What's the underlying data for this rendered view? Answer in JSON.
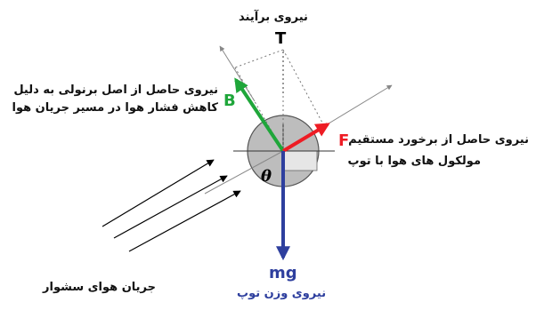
{
  "forces": {
    "lift": {
      "caption": "نیروی برآیند",
      "symbol": "T",
      "color": "#000000"
    },
    "bernoulli": {
      "symbol": "B",
      "caption_line1": "نیروی حاصل از اصل برنولی به دلیل",
      "caption_line2": "کاهش فشار هوا در مسیر جریان هوا",
      "color": "#1fa63a"
    },
    "impact": {
      "symbol": "F",
      "caption_line1": "نیروی حاصل از برخورد مستقیم",
      "caption_line2": "مولکول های هوا با توپ",
      "color": "#ee1c24"
    },
    "weight": {
      "symbol": "mg",
      "caption": "نیروی وزن توپ",
      "color": "#2e3f9e",
      "caption_color": "#2e3f9e"
    }
  },
  "angle_symbol": "θ",
  "airflow": {
    "caption": "جریان هوای سشوار"
  },
  "colors": {
    "ball": "#bdbdbd",
    "dotted": "#777777",
    "text": "#111111"
  }
}
